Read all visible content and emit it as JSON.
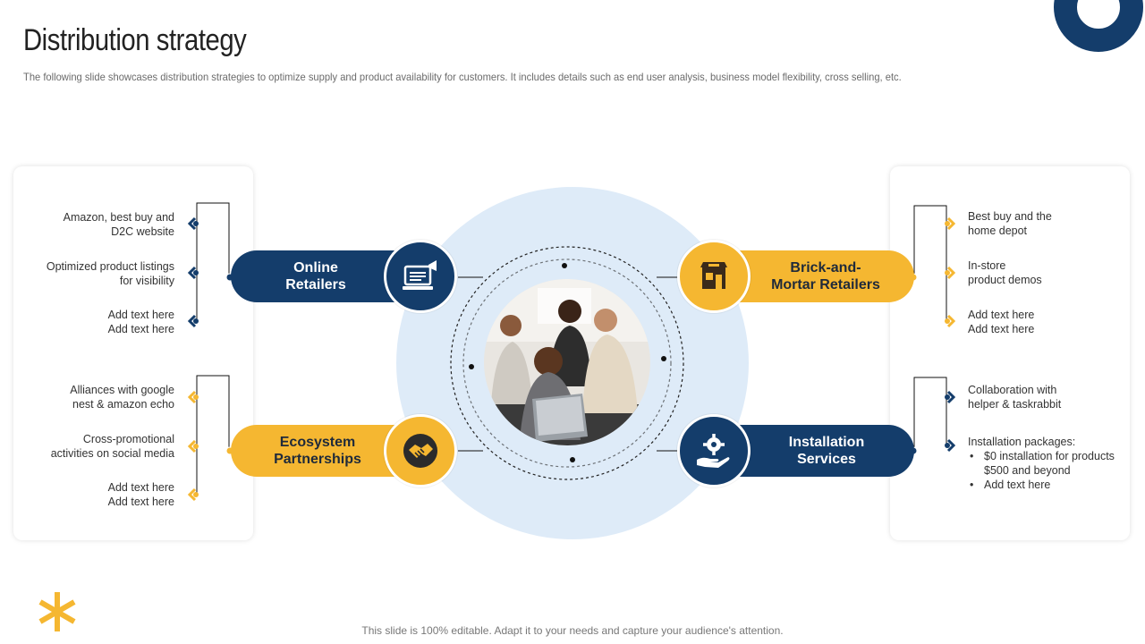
{
  "slide": {
    "title": "Distribution strategy",
    "subtitle": "The following slide showcases distribution strategies to optimize supply and product availability for customers. It includes details such as end user analysis, business model flexibility, cross selling, etc.",
    "footer": "This slide is 100% editable. Adapt it to your needs and capture your audience's attention."
  },
  "colors": {
    "navy": "#143d6b",
    "gold": "#f5b731",
    "light_blue": "#deebf8"
  },
  "online_retailers": {
    "line1": "Online",
    "line2": "Retailers",
    "icon": "computer-megaphone-icon",
    "points": [
      {
        "line1": "Amazon, best buy and",
        "line2": "D2C website"
      },
      {
        "line1": "Optimized product listings",
        "line2": "for visibility"
      },
      {
        "line1": "Add text here",
        "line2": "Add text here"
      }
    ]
  },
  "ecosystem_partnerships": {
    "line1": "Ecosystem",
    "line2": "Partnerships",
    "icon": "handshake-icon",
    "points": [
      {
        "line1": "Alliances with google",
        "line2": "nest & amazon echo"
      },
      {
        "line1": "Cross-promotional",
        "line2": "activities on social media"
      },
      {
        "line1": "Add text here",
        "line2": "Add text here"
      }
    ]
  },
  "brick_and_mortar": {
    "line1": "Brick-and-",
    "line2": "Mortar Retailers",
    "icon": "storefront-icon",
    "points": [
      {
        "line1": "Best buy and the",
        "line2": "home depot"
      },
      {
        "line1": "In-store",
        "line2": "product demos"
      },
      {
        "line1": "Add text here",
        "line2": "Add text here"
      }
    ]
  },
  "installation_services": {
    "line1": "Installation",
    "line2": "Services",
    "icon": "hand-gear-icon",
    "points": [
      {
        "line1": "Collaboration  with",
        "line2": "helper & taskrabbit"
      },
      {
        "heading": "Installation packages:",
        "bullet1_line1": "$0 installation for products",
        "bullet1_line2": "$500 and beyond",
        "bullet2": "Add text here"
      }
    ]
  },
  "center": {
    "image": "team-around-laptop-photo"
  },
  "decoration": {
    "corner": "navy-ring",
    "bottom_left": "asterisk-icon"
  }
}
